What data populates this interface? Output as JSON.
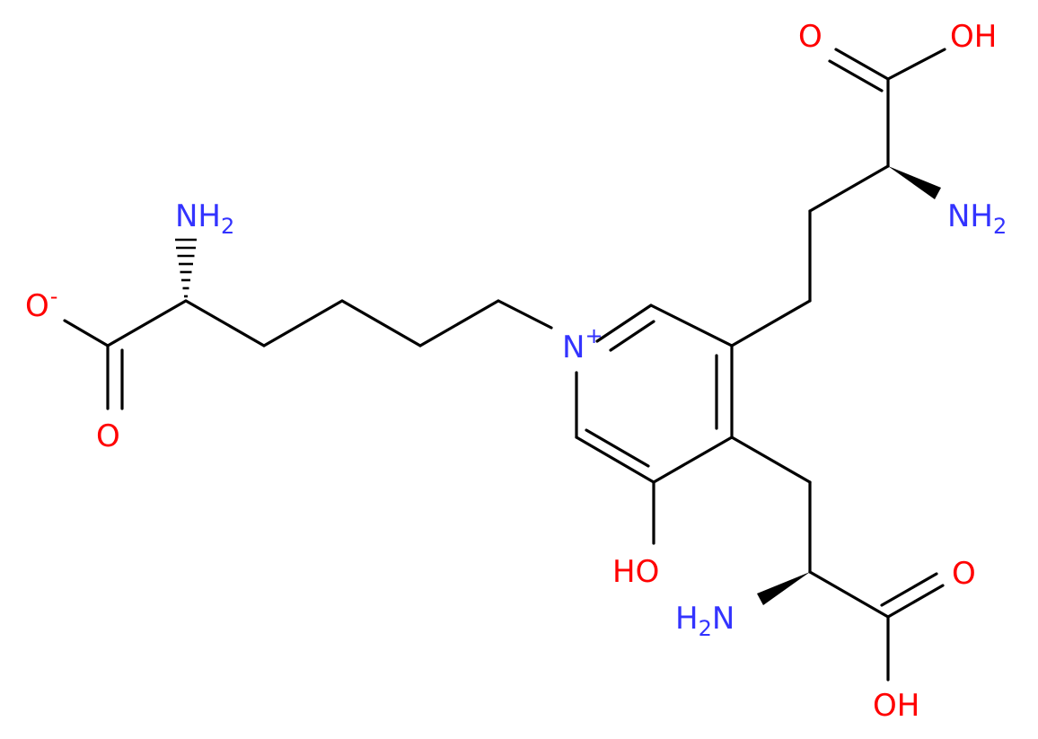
{
  "molecule": {
    "colors": {
      "bond": "#000000",
      "nitrogen": "#3333FF",
      "oxygen": "#FF0000"
    },
    "labels": {
      "o_top_left": "O",
      "oh_top_right": "OH",
      "nh2_top": "NH",
      "nh2_top_sub": "2",
      "nh2_left": "NH",
      "nh2_left_sub": "2",
      "o_minus": "O",
      "o_minus_charge": "-",
      "o_left_bottom": "O",
      "n_plus": "N",
      "n_plus_charge": "+",
      "ho_ring": "HO",
      "h2n_bottom_h": "H",
      "h2n_bottom_sub": "2",
      "h2n_bottom_n": "N",
      "o_bottom_right": "O",
      "oh_bottom": "OH"
    }
  }
}
